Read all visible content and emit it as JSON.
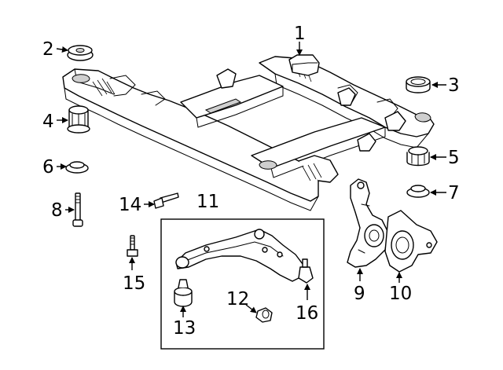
{
  "diagram": {
    "callouts": [
      {
        "id": "1",
        "label": "1"
      },
      {
        "id": "2",
        "label": "2"
      },
      {
        "id": "3",
        "label": "3"
      },
      {
        "id": "4",
        "label": "4"
      },
      {
        "id": "5",
        "label": "5"
      },
      {
        "id": "6",
        "label": "6"
      },
      {
        "id": "7",
        "label": "7"
      },
      {
        "id": "8",
        "label": "8"
      },
      {
        "id": "9",
        "label": "9"
      },
      {
        "id": "10",
        "label": "10"
      },
      {
        "id": "11",
        "label": "11"
      },
      {
        "id": "12",
        "label": "12"
      },
      {
        "id": "13",
        "label": "13"
      },
      {
        "id": "14",
        "label": "14"
      },
      {
        "id": "15",
        "label": "15"
      },
      {
        "id": "16",
        "label": "16"
      }
    ],
    "colors": {
      "line": "#000000",
      "background": "#ffffff",
      "shade": "#cfcfcf"
    }
  }
}
